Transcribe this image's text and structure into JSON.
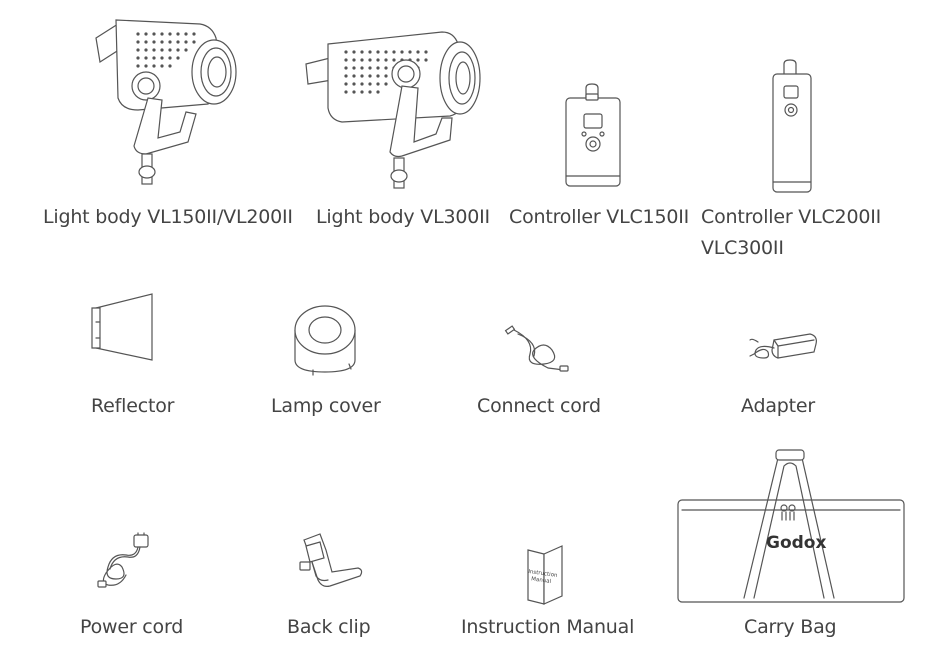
{
  "items": [
    {
      "label": "Light body VL150II/VL200II",
      "icon": "light-body-vl150-icon"
    },
    {
      "label": "Light body VL300II",
      "icon": "light-body-vl300-icon"
    },
    {
      "label": "Controller VLC150II",
      "icon": "controller-vlc150-icon"
    },
    {
      "label": "Controller VLC200II",
      "label2": "VLC300II",
      "icon": "controller-vlc200-icon"
    },
    {
      "label": "Reflector",
      "icon": "reflector-icon"
    },
    {
      "label": "Lamp cover",
      "icon": "lamp-cover-icon"
    },
    {
      "label": "Connect cord",
      "icon": "connect-cord-icon"
    },
    {
      "label": "Adapter",
      "icon": "adapter-icon"
    },
    {
      "label": "Power cord",
      "icon": "power-cord-icon"
    },
    {
      "label": "Back clip",
      "icon": "back-clip-icon"
    },
    {
      "label": "Instruction Manual",
      "icon": "instruction-manual-icon",
      "manual_text": [
        "Instruction",
        "Manual"
      ]
    },
    {
      "label": "Carry Bag",
      "icon": "carry-bag-icon",
      "bag_brand": "Godox"
    }
  ]
}
